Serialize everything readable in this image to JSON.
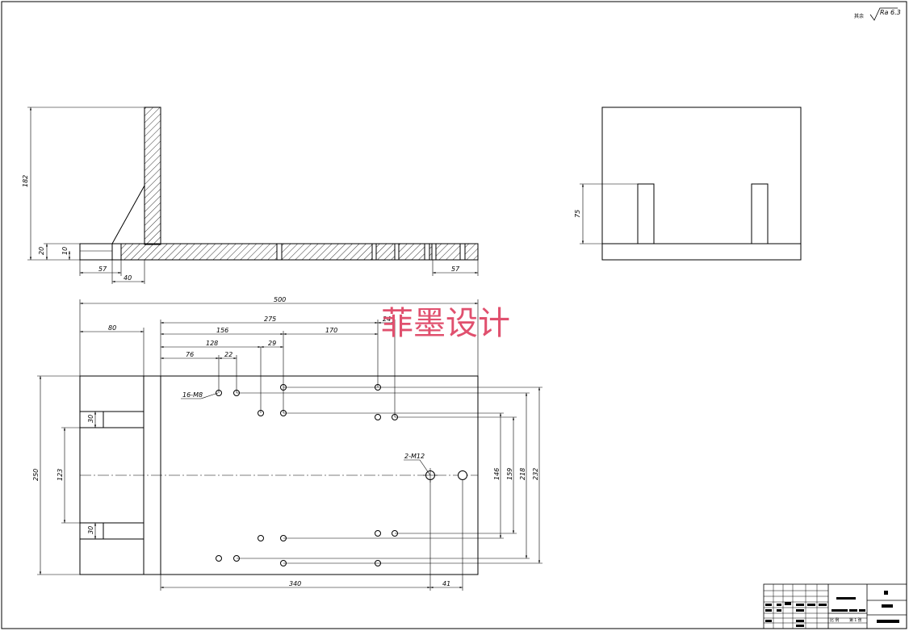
{
  "roughness": {
    "label": "其余",
    "value": "Ra 6.3"
  },
  "watermark": "菲墨设计",
  "dims_front": {
    "h182": "182",
    "h20": "20",
    "h10": "10",
    "w57a": "57",
    "w40": "40",
    "w57b": "57"
  },
  "dims_side": {
    "h75": "75"
  },
  "dims_top": {
    "w500": "500",
    "w80": "80",
    "w275": "275",
    "w156": "156",
    "w24": "24",
    "w170": "170",
    "w128": "128",
    "w29": "29",
    "w76": "76",
    "w22": "22",
    "holes": "16-M8",
    "tap": "2-M12",
    "h30a": "30",
    "h30b": "30",
    "h123": "123",
    "h250": "250",
    "h146": "146",
    "h159": "159",
    "h218": "218",
    "h232": "232",
    "w340": "340",
    "w41": "41"
  },
  "title_block": {
    "row1": "比 例",
    "row2": "第 1 张"
  },
  "colors": {
    "line": "#000000",
    "watermark": "#e0506e"
  }
}
